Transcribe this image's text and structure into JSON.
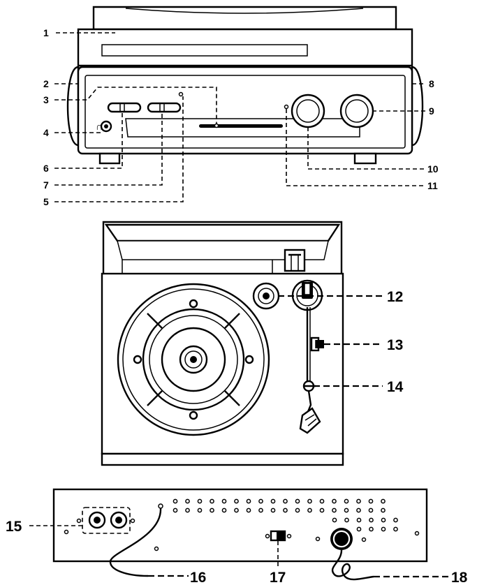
{
  "callouts": {
    "c1": "1",
    "c2": "2",
    "c3": "3",
    "c4": "4",
    "c5": "5",
    "c6": "6",
    "c7": "7",
    "c8": "8",
    "c9": "9",
    "c10": "10",
    "c11": "11",
    "c12": "12",
    "c13": "13",
    "c14": "14",
    "c15": "15",
    "c16": "16",
    "c17": "17",
    "c18": "18"
  },
  "views": [
    "front-view",
    "top-view",
    "rear-view"
  ]
}
